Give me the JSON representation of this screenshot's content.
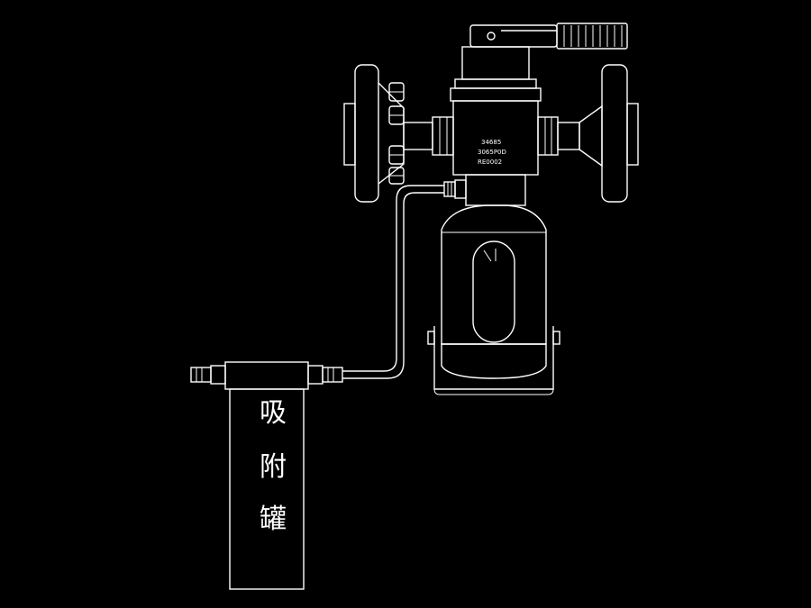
{
  "drawing": {
    "line_color": "#ffffff",
    "background_color": "#000000"
  },
  "valve": {
    "plate_lines": [
      "34685",
      "3065P0D",
      "RE0002"
    ]
  },
  "tank": {
    "label_chars": [
      "吸",
      "附",
      "罐"
    ]
  }
}
